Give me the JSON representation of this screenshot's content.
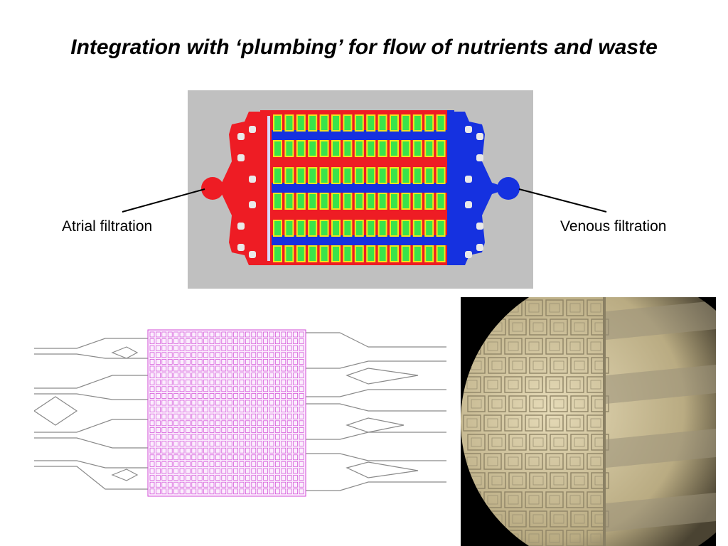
{
  "slide": {
    "title": "Integration with ‘plumbing’ for flow of nutrients and waste"
  },
  "callouts": {
    "left": "Atrial filtration",
    "right": "Venous filtration"
  },
  "colors": {
    "arterial": "#ee1c24",
    "venous": "#1531e0",
    "chamber_fill": "#3ae34a",
    "chamber_border": "#f2e51c",
    "panel_background": "#c0c0c0",
    "outline_channels": "#8a8a8a",
    "outline_array": "#d24bd6",
    "micrograph_tone": "#c9bb92"
  }
}
